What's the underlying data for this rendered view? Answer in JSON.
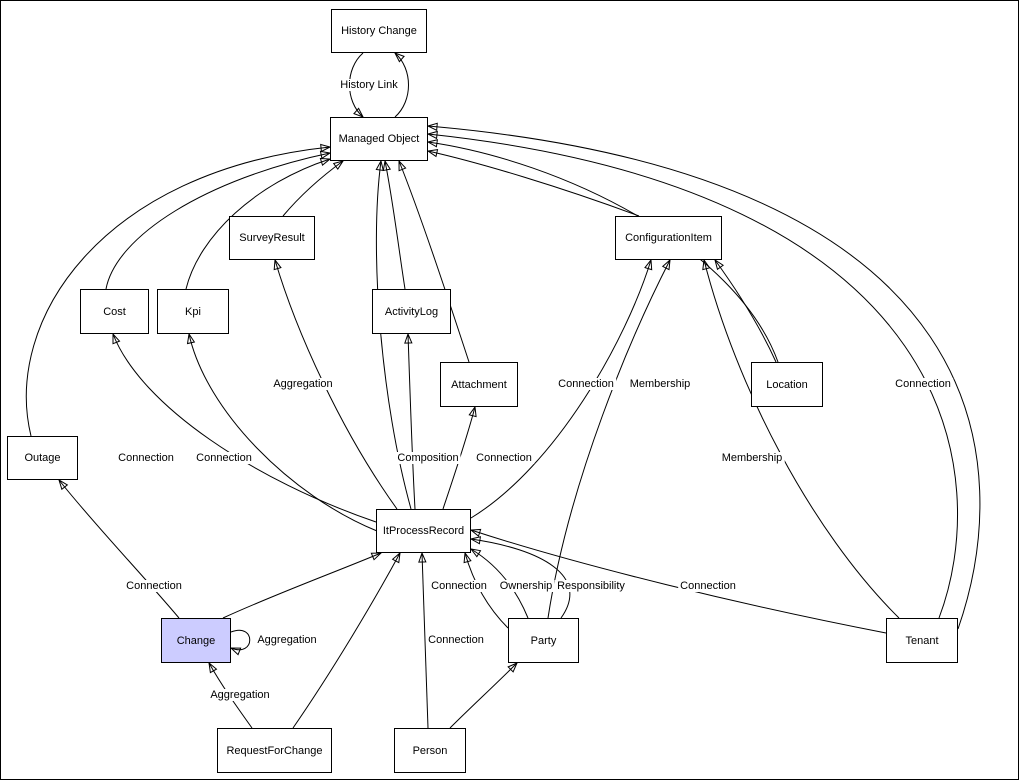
{
  "diagram": {
    "colors": {
      "background": "#ffffff",
      "node_border": "#000000",
      "node_fill": "#ffffff",
      "highlight_fill": "#ccccff",
      "edge_stroke": "#000000"
    },
    "nodes": {
      "history_change": "History Change",
      "managed_object": "Managed Object",
      "survey_result": "SurveyResult",
      "configuration_item": "ConfigurationItem",
      "cost": "Cost",
      "kpi": "Kpi",
      "activity_log": "ActivityLog",
      "attachment": "Attachment",
      "location": "Location",
      "outage": "Outage",
      "it_process_record": "ItProcessRecord",
      "change": "Change",
      "party": "Party",
      "tenant": "Tenant",
      "request_for_change": "RequestForChange",
      "person": "Person"
    },
    "edge_labels": {
      "history_link": "History Link",
      "aggregation_surveyresult": "Aggregation",
      "connection_cost": "Connection",
      "connection_kpi": "Connection",
      "composition_activitylog": "Composition",
      "connection_attachment": "Connection",
      "connection_configurationitem": "Connection",
      "membership_party_configurationitem": "Membership",
      "membership_tenant_configurationitem": "Membership",
      "connection_tenant_managedobject": "Connection",
      "connection_change_outage": "Connection",
      "connection_party_itprocessrecord": "Connection",
      "ownership_party_itprocessrecord": "Ownership",
      "responsibility_party_itprocessrecord": "Responsibility",
      "connection_tenant_itprocessrecord": "Connection",
      "connection_person_itprocessrecord": "Connection",
      "aggregation_change_self": "Aggregation",
      "aggregation_requestforchange_change": "Aggregation"
    }
  }
}
